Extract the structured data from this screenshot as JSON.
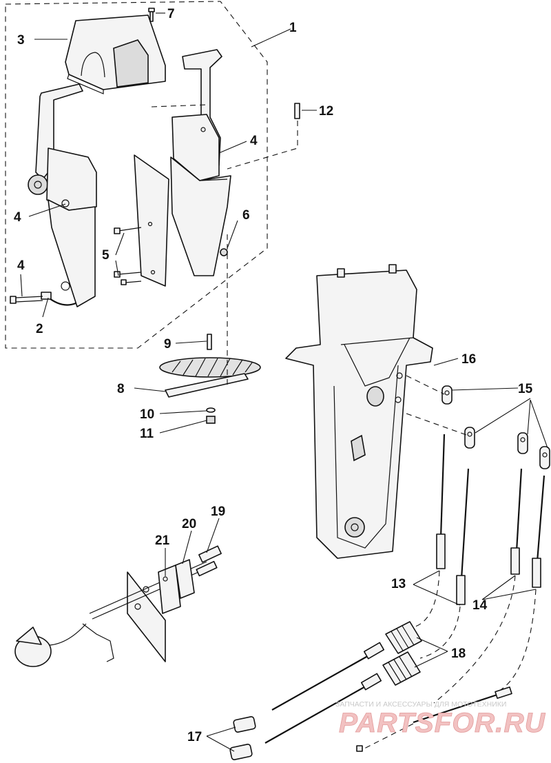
{
  "callouts": {
    "c1": "1",
    "c2": "2",
    "c3": "3",
    "c4a": "4",
    "c4b": "4",
    "c4c": "4",
    "c5": "5",
    "c6": "6",
    "c7": "7",
    "c8": "8",
    "c9": "9",
    "c10": "10",
    "c11": "11",
    "c12": "12",
    "c13": "13",
    "c14": "14",
    "c15": "15",
    "c16": "16",
    "c17": "17",
    "c18": "18",
    "c19": "19",
    "c20": "20",
    "c21": "21"
  },
  "watermark": {
    "caption": "ЗАПЧАСТИ И АКСЕССУАРЫ ДЛЯ МОТОТЕХНИКИ",
    "brand": "PARTSFOR.RU",
    "brand_color": "#e39b9b"
  }
}
